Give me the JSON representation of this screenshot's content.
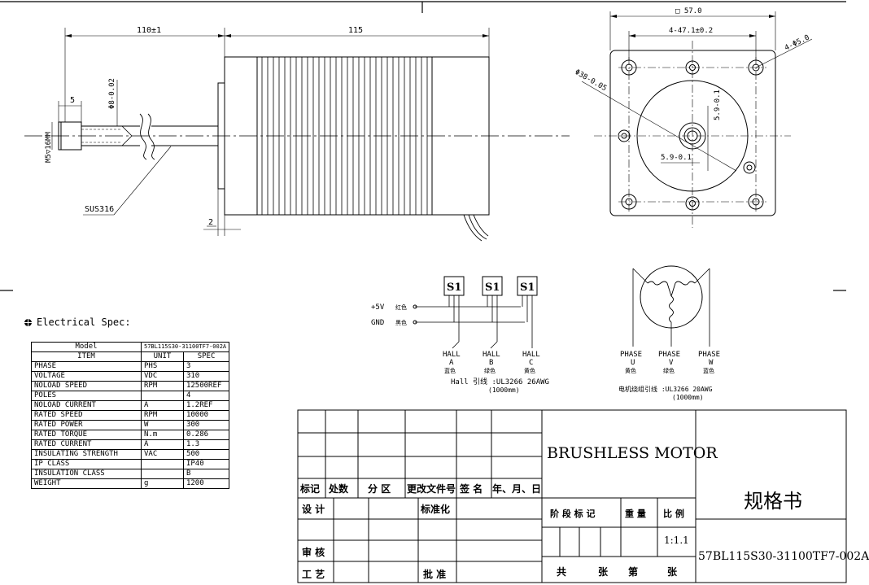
{
  "dims": {
    "shaft_length": "110±1",
    "body_length": "115",
    "key_length": "5",
    "shaft_dia": "Φ8-0.02",
    "thread": "M5▽16MM",
    "material": "SUS316",
    "flange_gap": "2",
    "square": "□ 57.0",
    "hole_pitch": "4-47.1±0.2",
    "holes": "4-Φ5.0",
    "pilot_dia": "Φ38-0.05",
    "offset_v": "5.9-0.1",
    "offset_h": "5.9-0.1"
  },
  "hall": {
    "sensors": [
      "S1",
      "S1",
      "S1"
    ],
    "plus5v": "+5V",
    "plus5v_cn": "红色",
    "gnd": "GND",
    "gnd_cn": "黑色",
    "labels": [
      {
        "top": "HALL",
        "mid": "A",
        "cn": "蓝色"
      },
      {
        "top": "HALL",
        "mid": "B",
        "cn": "绿色"
      },
      {
        "top": "HALL",
        "mid": "C",
        "cn": "黄色"
      }
    ],
    "cable": "Hall 引线 :UL3266 26AWG",
    "cable_len": "(1000mm)"
  },
  "phase": {
    "labels": [
      {
        "top": "PHASE",
        "mid": "U",
        "cn": "黄色"
      },
      {
        "top": "PHASE",
        "mid": "V",
        "cn": "绿色"
      },
      {
        "top": "PHASE",
        "mid": "W",
        "cn": "蓝色"
      }
    ],
    "cable": "电机绕组引线 :UL3266 20AWG",
    "cable_len": "(1000mm)"
  },
  "spec": {
    "heading": "Electrical Spec:",
    "model_label": "Model",
    "model_value": "57BL115S30-31100TF7-002A",
    "header": [
      "ITEM",
      "UNIT",
      "SPEC"
    ],
    "rows": [
      [
        "PHASE",
        "PHS",
        "3"
      ],
      [
        "VOLTAGE",
        "VDC",
        "310"
      ],
      [
        "NOLOAD SPEED",
        "RPM",
        "12500REF"
      ],
      [
        "POLES",
        "",
        "4"
      ],
      [
        "NOLOAD CURRENT",
        "A",
        "1.2REF"
      ],
      [
        "RATED SPEED",
        "RPM",
        "10000"
      ],
      [
        "RATED POWER",
        "W",
        "300"
      ],
      [
        "RATED TORQUE",
        "N.m",
        "0.286"
      ],
      [
        "RATED CURRENT",
        "A",
        "1.3"
      ],
      [
        "INSULATING STRENGTH",
        "VAC",
        "500"
      ],
      [
        "IP CLASS",
        "",
        "IP40"
      ],
      [
        "INSULATION CLASS",
        "",
        "B"
      ],
      [
        "WEIGHT",
        "g",
        "1200"
      ]
    ]
  },
  "title_block": {
    "title": "BRUSHLESS MOTOR",
    "doc_type": "规格书",
    "part_no": "57BL115S30-31100TF7-002A",
    "scale": "1:1.1",
    "rev_headers": [
      "标记",
      "处数",
      "分 区",
      "更改文件号",
      "签 名",
      "年、月、日"
    ],
    "design": "设 计",
    "standardize": "标准化",
    "review": "审 核",
    "process": "工 艺",
    "approve": "批 准",
    "stage_mark": "阶 段 标 记",
    "weight": "重 量",
    "ratio": "比 例",
    "sheets": [
      "共",
      "张",
      "第",
      "张"
    ]
  }
}
